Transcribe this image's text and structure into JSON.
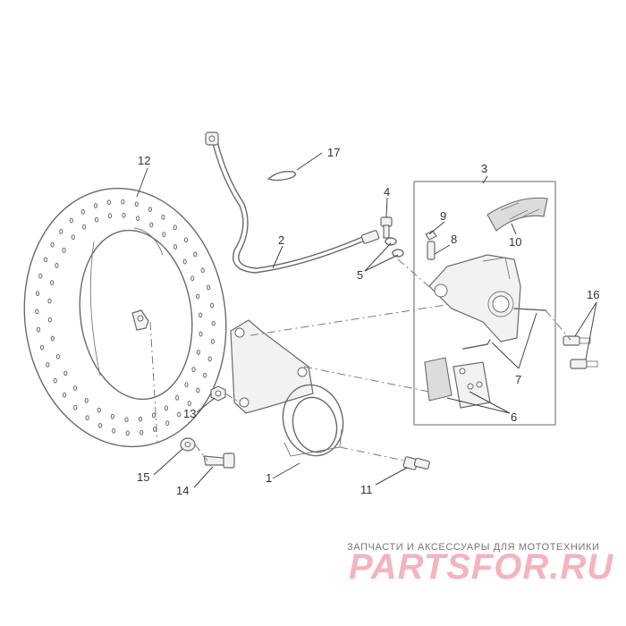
{
  "callouts": {
    "c1": "1",
    "c2": "2",
    "c3": "3",
    "c4": "4",
    "c5": "5",
    "c6": "6",
    "c7": "7",
    "c8": "8",
    "c9": "9",
    "c10": "10",
    "c11": "11",
    "c12": "12",
    "c13": "13",
    "c14": "14",
    "c15": "15",
    "c16": "16",
    "c17": "17"
  },
  "watermark": {
    "tagline": "ЗАПЧАСТИ И АКСЕССУАРЫ ДЛЯ МОТОТЕХНИКИ",
    "logo": "PARTSFOR.RU",
    "color": "#f4b3bd"
  }
}
